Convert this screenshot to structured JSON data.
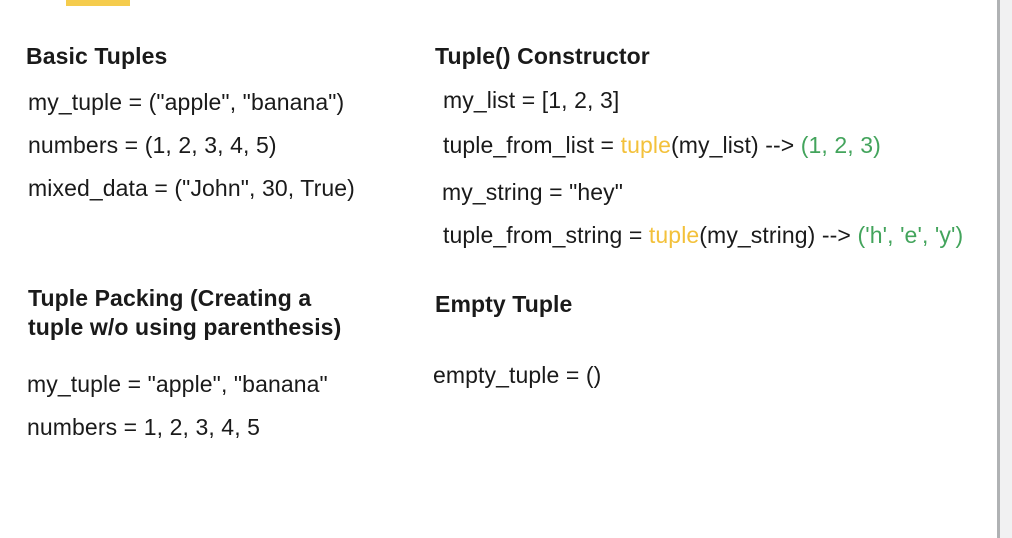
{
  "page": {
    "colors": {
      "text": "#1a1a1a",
      "function_highlight_text": "#f3c13b",
      "result_text": "#43a45c",
      "highlight_bar": "#f5cc4d",
      "page_border": "#b0b2b4",
      "canvas_gutter": "#f1f1f2"
    },
    "sections": {
      "basic_tuples": {
        "title": "Basic Tuples",
        "lines": [
          "my_tuple = (\"apple\", \"banana\")",
          "numbers = (1, 2, 3, 4, 5)",
          "mixed_data = (\"John\", 30, True)"
        ]
      },
      "tuple_constructor": {
        "title": "Tuple() Constructor",
        "line1": "my_list = [1, 2, 3]",
        "line2": {
          "prefix": "tuple_from_list = ",
          "func": "tuple",
          "mid": "(my_list) --> ",
          "result": "(1, 2, 3)"
        },
        "line3": "my_string = \"hey\"",
        "line4": {
          "prefix": "tuple_from_string = ",
          "func": "tuple",
          "mid": "(my_string) --> ",
          "result": "('h', 'e', 'y')"
        }
      },
      "tuple_packing": {
        "title": "Tuple Packing (Creating a\ntuple w/o using parenthesis)",
        "lines": [
          "my_tuple = \"apple\", \"banana\"",
          "numbers = 1, 2, 3, 4, 5"
        ]
      },
      "empty_tuple": {
        "title": "Empty Tuple",
        "line1": "empty_tuple = ()"
      }
    }
  }
}
